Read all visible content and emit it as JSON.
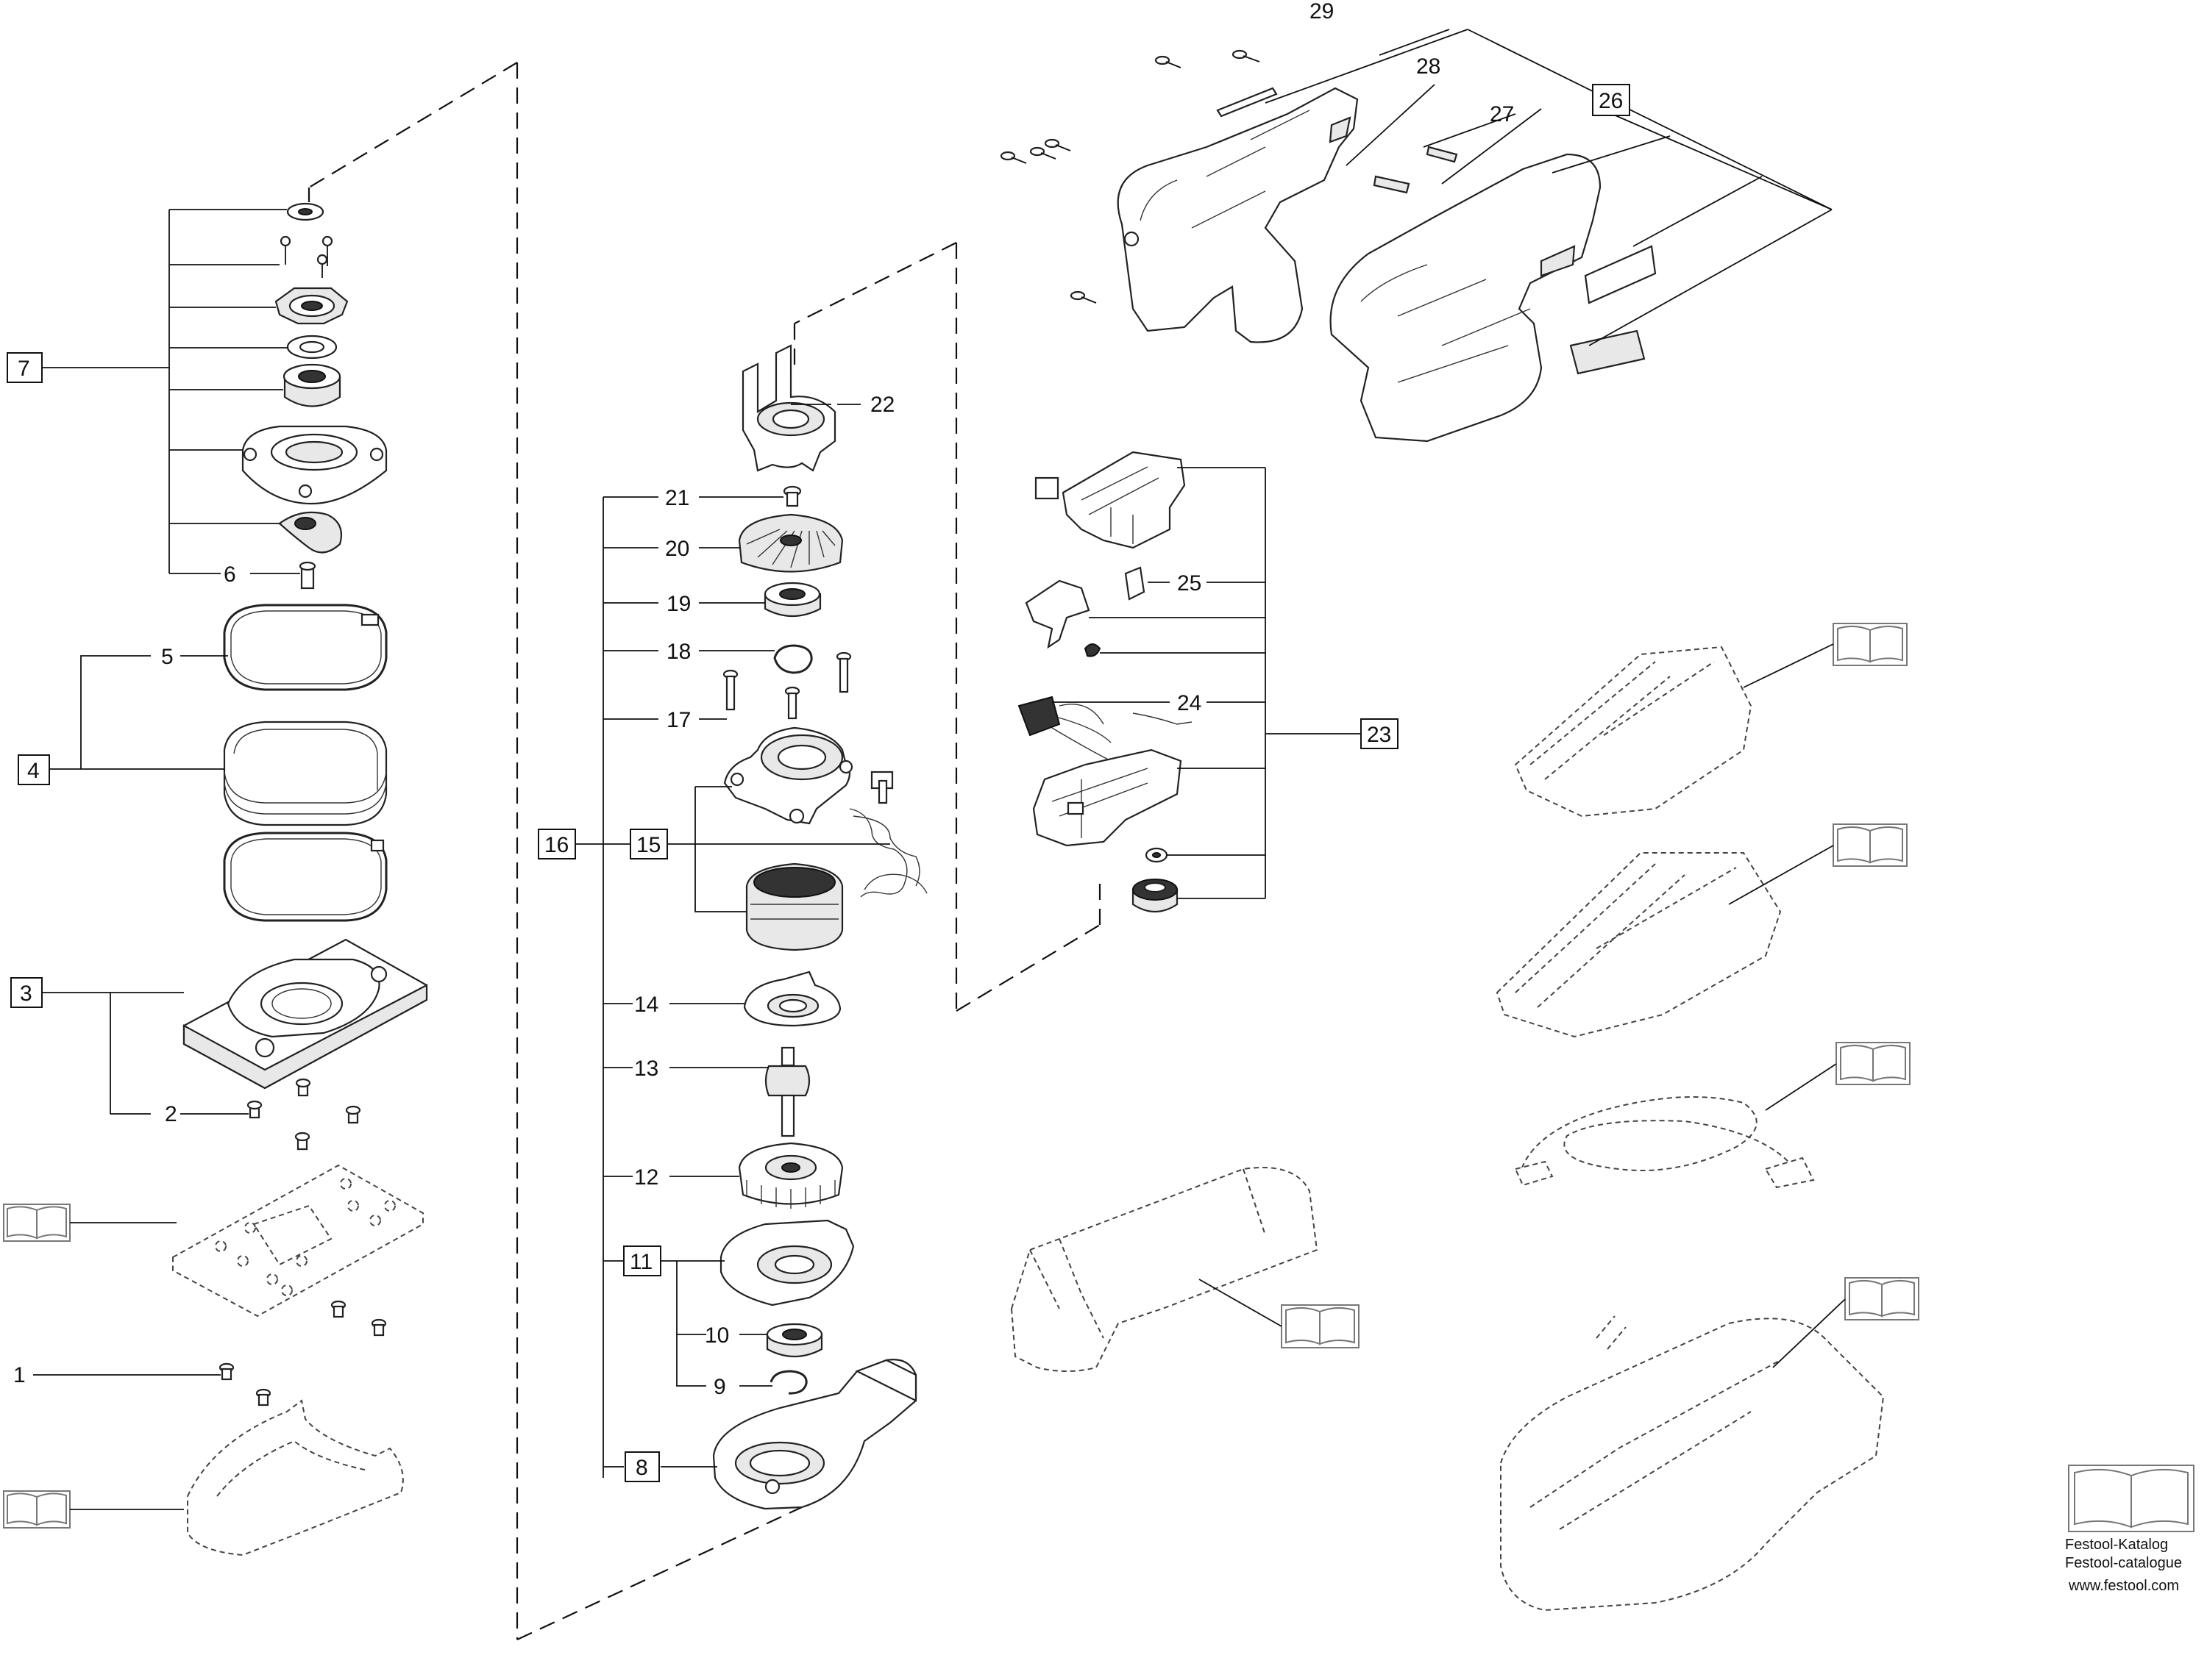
{
  "callouts": {
    "c1": "1",
    "c2": "2",
    "c3": "3",
    "c4": "4",
    "c5": "5",
    "c6": "6",
    "c7": "7",
    "c8": "8",
    "c9": "9",
    "c10": "10",
    "c11": "11",
    "c12": "12",
    "c13": "13",
    "c14": "14",
    "c15": "15",
    "c16": "16",
    "c17": "17",
    "c18": "18",
    "c19": "19",
    "c20": "20",
    "c21": "21",
    "c22": "22",
    "c23": "23",
    "c24": "24",
    "c25": "25",
    "c26": "26",
    "c27": "27",
    "c28": "28",
    "c29": "29"
  },
  "catalog": {
    "line1": "Festool-Katalog",
    "line2": "Festool-catalogue",
    "url": "www.festool.com"
  },
  "icons": {
    "catalog": "open-book-icon"
  },
  "colors": {
    "line": "#111111",
    "ghost": "#444444",
    "book": "#777777"
  }
}
